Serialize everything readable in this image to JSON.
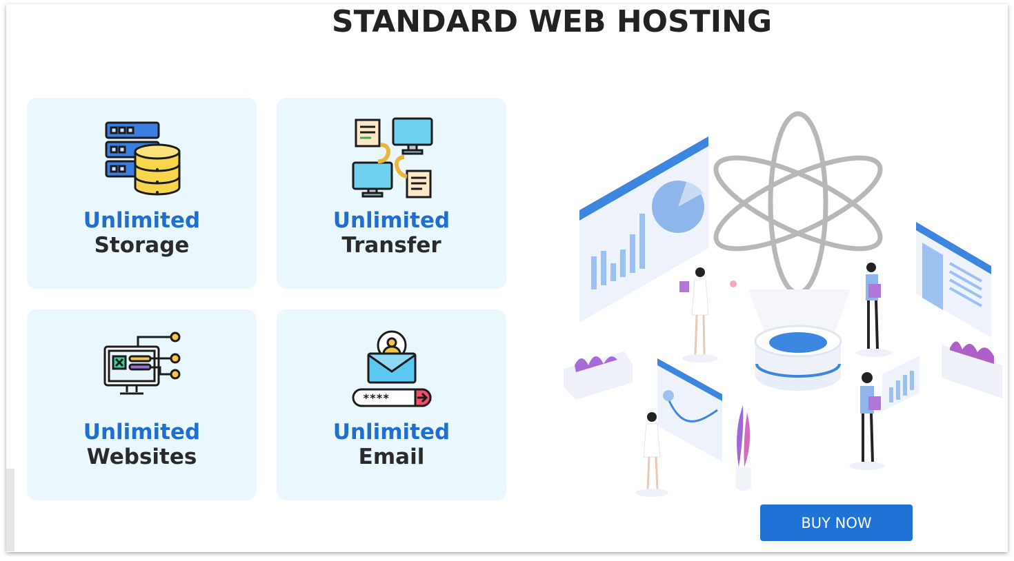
{
  "page": {
    "title": "STANDARD WEB HOSTING"
  },
  "features": [
    {
      "line1": "Unlimited",
      "line2": "Storage",
      "icon": "server-database-icon"
    },
    {
      "line1": "Unlimited",
      "line2": "Transfer",
      "icon": "data-transfer-icon"
    },
    {
      "line1": "Unlimited",
      "line2": "Websites",
      "icon": "website-network-icon"
    },
    {
      "line1": "Unlimited",
      "line2": "Email",
      "icon": "email-password-icon"
    }
  ],
  "cta": {
    "label": "BUY NOW"
  },
  "colors": {
    "accent": "#1f6fd1",
    "button": "#1f72d6",
    "card_bg": "#eaf7fd",
    "title": "#222222"
  }
}
